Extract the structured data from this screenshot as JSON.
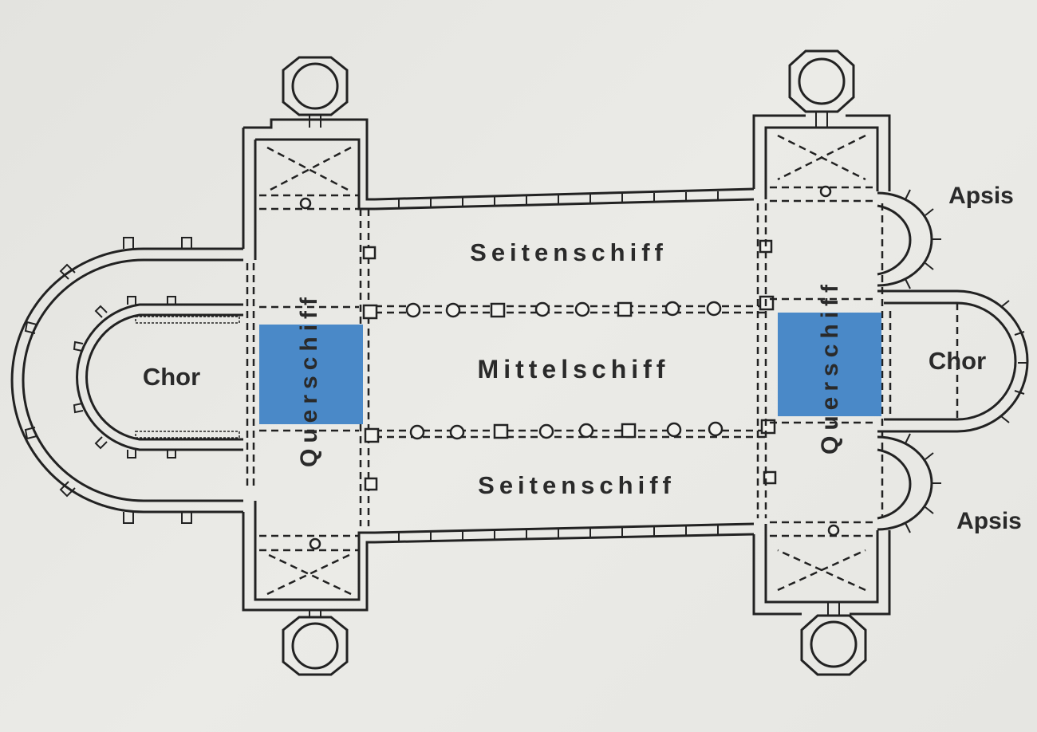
{
  "labels": {
    "chor_west": "Chor",
    "chor_east": "Chor",
    "querschiff_west": "Querschiff",
    "querschiff_east": "Querschiff",
    "seitenschiff_north": "Seitenschiff",
    "seitenschiff_south": "Seitenschiff",
    "mittelschiff": "Mittelschiff",
    "apsis_north": "Apsis",
    "apsis_south": "Apsis"
  },
  "colors": {
    "crossing_highlight": "#4a89c8",
    "walls": "#222222",
    "background": "#e8e8e4"
  }
}
